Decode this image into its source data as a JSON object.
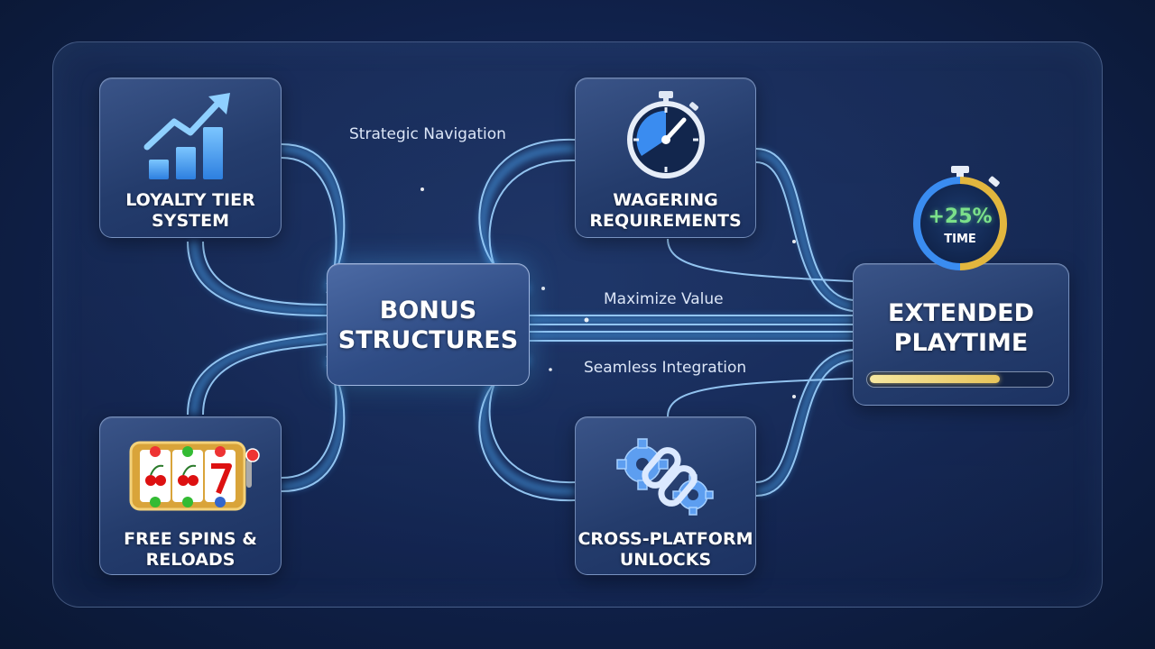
{
  "center": {
    "title_line1": "BONUS",
    "title_line2": "STRUCTURES"
  },
  "inputs": [
    {
      "line1": "LOYALTY TIER",
      "line2": "SYSTEM",
      "icon": "growth-chart-icon"
    },
    {
      "line1": "FREE SPINS &",
      "line2": "RELOADS",
      "icon": "slot-machine-icon"
    },
    {
      "line1": "WAGERING",
      "line2": "REQUIREMENTS",
      "icon": "stopwatch-icon"
    },
    {
      "line1": "CROSS-PLATFORM",
      "line2": "UNLOCKS",
      "icon": "link-gears-icon"
    }
  ],
  "outcome": {
    "line1": "EXTENDED",
    "line2": "PLAYTIME",
    "badge_value": "+25%",
    "badge_label": "TIME",
    "badge_icon": "stopwatch-icon",
    "progress": 0.72
  },
  "connections": [
    {
      "label": "Strategic Navigation"
    },
    {
      "label": "Maximize Value"
    },
    {
      "label": "Seamless Integration"
    }
  ],
  "colors": {
    "flow_glow": "#4fb0ff",
    "badge_green": "#7be08a",
    "badge_gold": "#e2b63e",
    "progress_fill": "#e7c45a"
  }
}
